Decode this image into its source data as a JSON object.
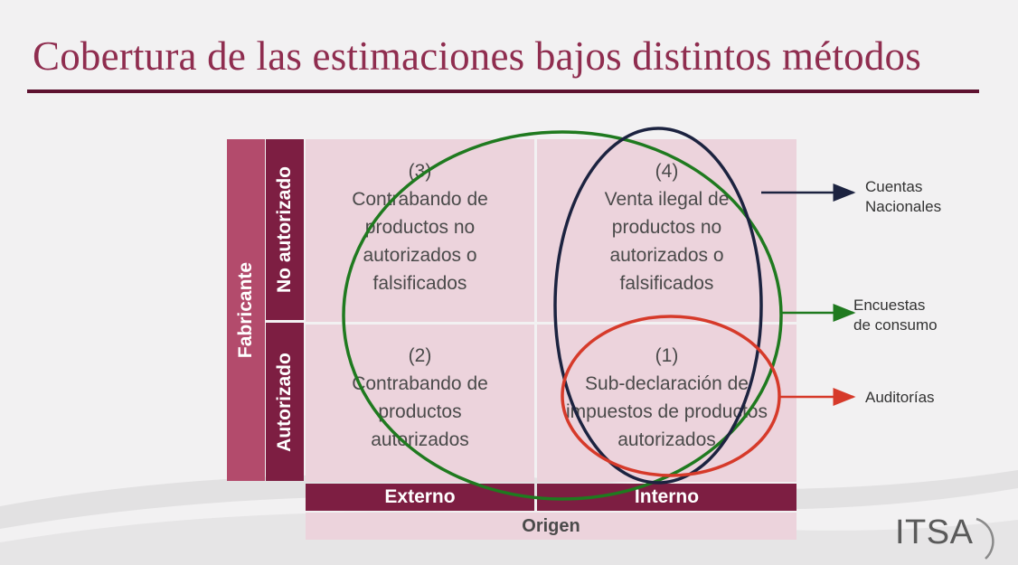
{
  "title": "Cobertura de las estimaciones bajos distintos métodos",
  "row_header": "Fabricante",
  "rows": {
    "no_autorizado": "No autorizado",
    "autorizado": "Autorizado"
  },
  "cells": {
    "c3": {
      "number": "(3)",
      "lines": [
        "Contrabando de",
        "productos no",
        "autorizados o",
        "falsificados"
      ]
    },
    "c4": {
      "number": "(4)",
      "lines": [
        "Venta ilegal de",
        "productos no",
        "autorizados o",
        "falsificados"
      ]
    },
    "c2": {
      "number": "(2)",
      "lines": [
        "Contrabando de",
        "productos",
        "autorizados"
      ]
    },
    "c1": {
      "number": "(1)",
      "lines": [
        "Sub-declaración de",
        "impuestos de productos",
        "autorizados"
      ]
    }
  },
  "columns": {
    "externo": "Externo",
    "interno": "Interno"
  },
  "column_header": "Origen",
  "legend": {
    "cuentas": [
      "Cuentas",
      "Nacionales"
    ],
    "encuestas": [
      "Encuestas",
      "de consumo"
    ],
    "auditorias": "Auditorías"
  },
  "colors": {
    "title": "#8f2d4f",
    "cuentas_nacionales": "#1c2340",
    "encuestas_de_consumo": "#1f7a1f",
    "auditorias": "#d63a2a"
  },
  "logo": "ITSA"
}
